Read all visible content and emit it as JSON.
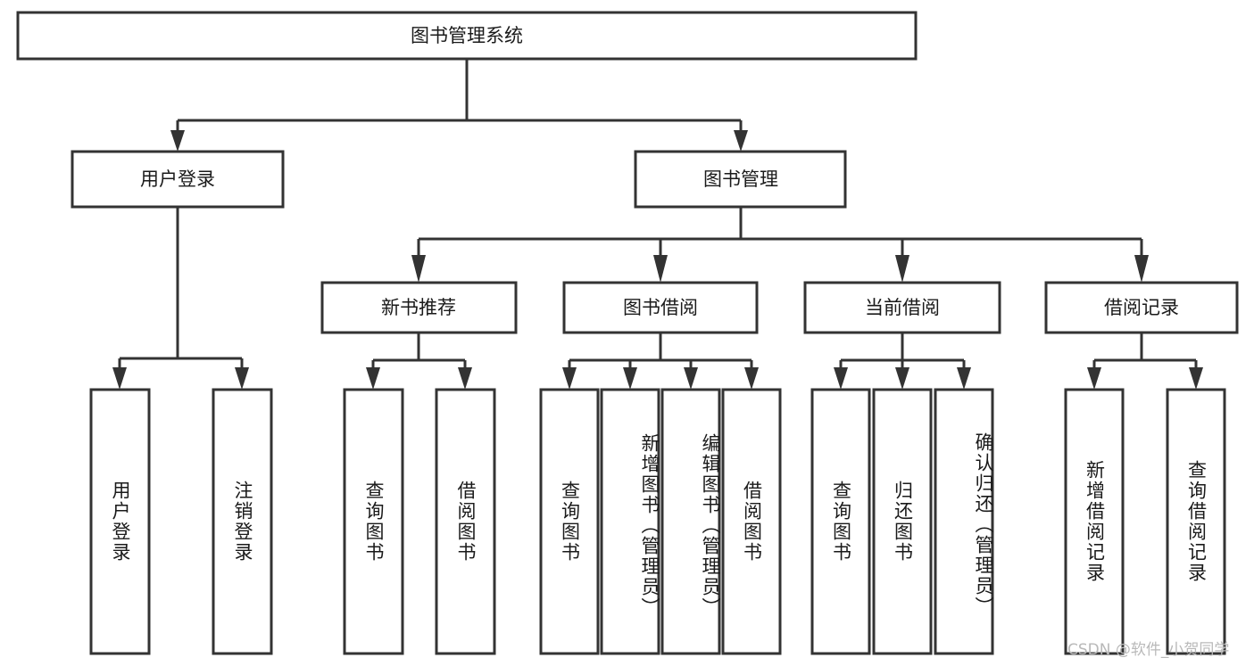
{
  "diagram": {
    "type": "tree-hierarchy",
    "title": "图书管理系统",
    "watermark": "CSDN @软件_小贺同学",
    "colors": {
      "box_fill": "#ffffff",
      "box_stroke": "#333333",
      "text": "#1a1a1a",
      "background": "#ffffff",
      "watermark": "#b9b9b9"
    },
    "levels": {
      "root": {
        "id": "root",
        "label": "图书管理系统",
        "orientation": "horizontal"
      },
      "level2": [
        {
          "id": "user-login",
          "label": "用户登录",
          "orientation": "horizontal"
        },
        {
          "id": "book-management",
          "label": "图书管理",
          "orientation": "horizontal"
        }
      ],
      "level3": [
        {
          "id": "new-book-recommend",
          "label": "新书推荐",
          "orientation": "horizontal",
          "parent": "book-management"
        },
        {
          "id": "book-borrow",
          "label": "图书借阅",
          "orientation": "horizontal",
          "parent": "book-management"
        },
        {
          "id": "current-borrow",
          "label": "当前借阅",
          "orientation": "horizontal",
          "parent": "book-management"
        },
        {
          "id": "borrow-record",
          "label": "借阅记录",
          "orientation": "horizontal",
          "parent": "book-management"
        }
      ],
      "leaves": [
        {
          "id": "leaf-user-login",
          "label": "用户登录",
          "orientation": "vertical",
          "parent": "user-login"
        },
        {
          "id": "leaf-logout-login",
          "label": "注销登录",
          "orientation": "vertical",
          "parent": "user-login"
        },
        {
          "id": "leaf-query-book-1",
          "label": "查询图书",
          "orientation": "vertical",
          "parent": "new-book-recommend"
        },
        {
          "id": "leaf-borrow-book-1",
          "label": "借阅图书",
          "orientation": "vertical",
          "parent": "new-book-recommend"
        },
        {
          "id": "leaf-query-book-2",
          "label": "查询图书",
          "orientation": "vertical",
          "parent": "book-borrow"
        },
        {
          "id": "leaf-add-book",
          "label": "新增图书（管理员）",
          "orientation": "vertical",
          "parent": "book-borrow"
        },
        {
          "id": "leaf-edit-book",
          "label": "编辑图书（管理员）",
          "orientation": "vertical",
          "parent": "book-borrow"
        },
        {
          "id": "leaf-borrow-book-2",
          "label": "借阅图书",
          "orientation": "vertical",
          "parent": "book-borrow"
        },
        {
          "id": "leaf-query-book-3",
          "label": "查询图书",
          "orientation": "vertical",
          "parent": "current-borrow"
        },
        {
          "id": "leaf-return-book",
          "label": "归还图书",
          "orientation": "vertical",
          "parent": "current-borrow"
        },
        {
          "id": "leaf-confirm-return",
          "label": "确认归还（管理员）",
          "orientation": "vertical",
          "parent": "current-borrow"
        },
        {
          "id": "leaf-add-record",
          "label": "新增借阅记录",
          "orientation": "vertical",
          "parent": "borrow-record"
        },
        {
          "id": "leaf-query-record",
          "label": "查询借阅记录",
          "orientation": "vertical",
          "parent": "borrow-record"
        }
      ]
    }
  }
}
